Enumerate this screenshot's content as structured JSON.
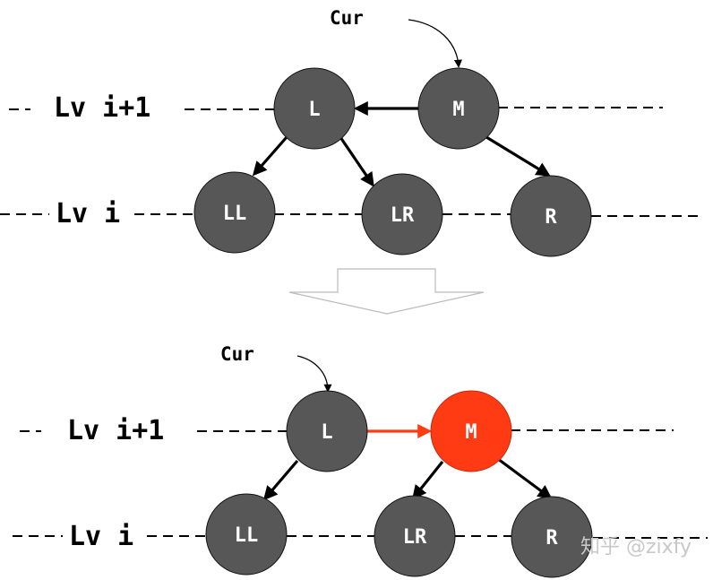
{
  "colors": {
    "node_fill": "#575757",
    "node_highlight": "#ff3b14",
    "edge": "#000000",
    "edge_highlight": "#ff3b14",
    "transition_arrow": "#bbbbbb"
  },
  "before": {
    "cursor_label": "Cur",
    "levels": {
      "upper": "Lv i+1",
      "lower": "Lv i"
    },
    "nodes": {
      "L": "L",
      "M": "M",
      "LL": "LL",
      "LR": "LR",
      "R": "R"
    }
  },
  "transition": {
    "icon": "down-arrow-outline-icon"
  },
  "after": {
    "cursor_label": "Cur",
    "levels": {
      "upper": "Lv i+1",
      "lower": "Lv i"
    },
    "nodes": {
      "L": "L",
      "M": "M",
      "LL": "LL",
      "LR": "LR",
      "R": "R"
    }
  },
  "watermark": "知乎 @zixfy"
}
